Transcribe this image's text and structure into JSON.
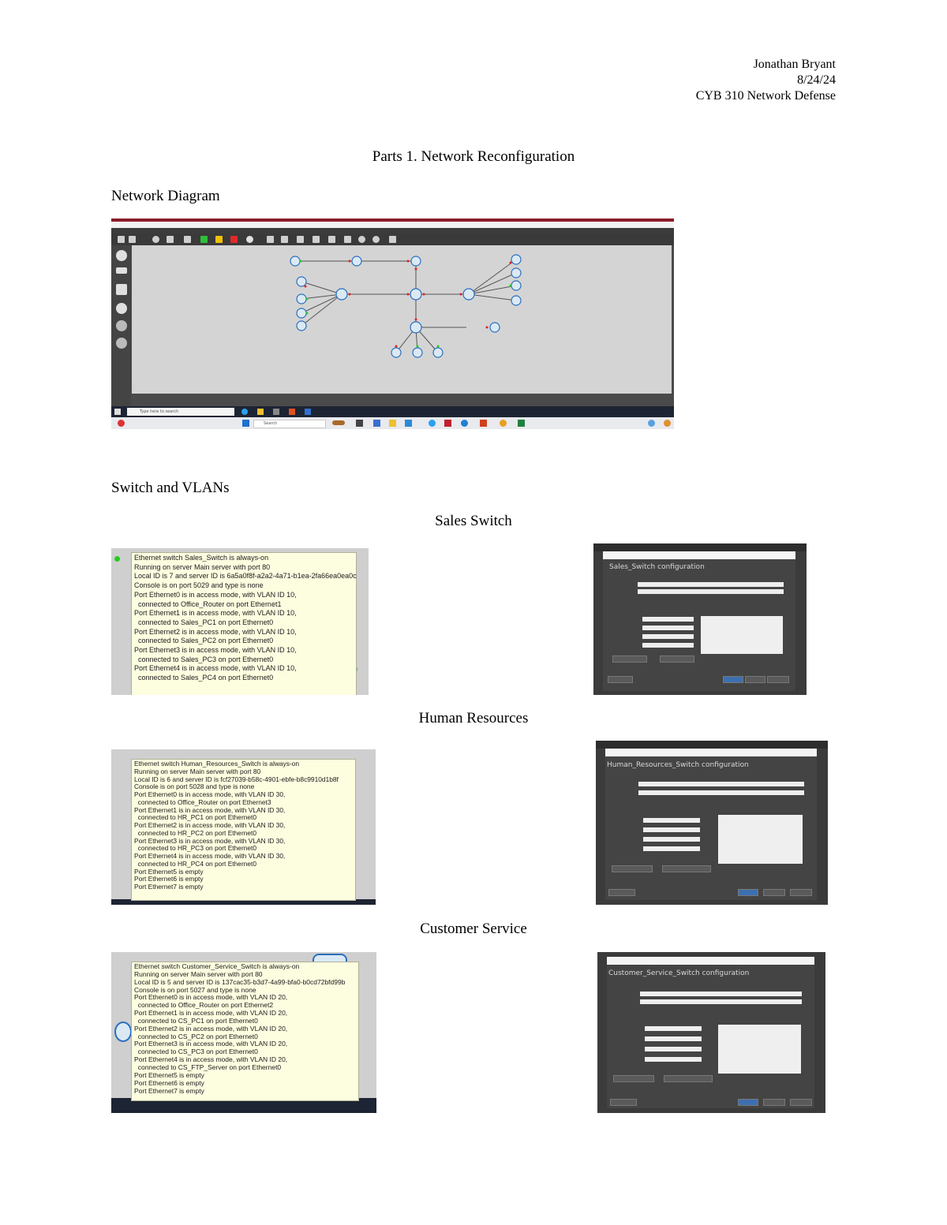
{
  "header": {
    "name": "Jonathan Bryant",
    "date": "8/24/24",
    "course": "CYB 310 Network Defense"
  },
  "title": "Parts 1. Network Reconfiguration",
  "sections": {
    "network_diagram": "Network Diagram",
    "switch_vlans": "Switch and VLANs"
  },
  "subsections": {
    "sales": "Sales Switch",
    "hr": "Human Resources",
    "cs": "Customer Service"
  },
  "gns3": {
    "search_placeholder": "Type here to search",
    "search_label": "Search"
  },
  "sales_tooltip": [
    "Ethernet switch Sales_Switch is always-on",
    "Running on server Main server with port 80",
    "Local ID is 7 and server ID is 6a5a0f8f-a2a2-4a71-b1ea-2fa66ea0ea0c",
    "Console is on port 5029 and type is none",
    "Port Ethernet0 is in access  mode, with VLAN ID 10,",
    "  connected to Office_Router on port Ethernet1",
    "Port Ethernet1 is in access  mode, with VLAN ID 10,",
    "  connected to Sales_PC1 on port Ethernet0",
    "Port Ethernet2 is in access  mode, with VLAN ID 10,",
    "  connected to Sales_PC2 on port Ethernet0",
    "Port Ethernet3 is in access  mode, with VLAN ID 10,",
    "  connected to Sales_PC3 on port Ethernet0",
    "Port Ethernet4 is in access  mode, with VLAN ID 10,",
    "  connected to Sales_PC4 on port Ethernet0"
  ],
  "hr_tooltip": [
    "Ethernet switch Human_Resources_Switch is always-on",
    "Running on server Main server with port 80",
    "Local ID is 6 and server ID is fcf27039-b58c-4901-ebfe-b8c9910d1b8f",
    "Console is on port 5028 and type is none",
    "Port Ethernet0 is in access  mode, with VLAN ID 30,",
    "  connected to Office_Router on port Ethernet3",
    "Port Ethernet1 is in access  mode, with VLAN ID 30,",
    "  connected to HR_PC1 on port Ethernet0",
    "Port Ethernet2 is in access  mode, with VLAN ID 30,",
    "  connected to HR_PC2 on port Ethernet0",
    "Port Ethernet3 is in access  mode, with VLAN ID 30,",
    "  connected to HR_PC3 on port Ethernet0",
    "Port Ethernet4 is in access  mode, with VLAN ID 30,",
    "  connected to HR_PC4 on port Ethernet0",
    "Port Ethernet5 is empty",
    "Port Ethernet6 is empty",
    "Port Ethernet7 is empty"
  ],
  "cs_tooltip": [
    "Ethernet switch Customer_Service_Switch is always-on",
    "Running on server Main server with port 80",
    "Local ID is 5 and server ID is 137cac35-b3d7-4a99-bfa0-b0cd72bfd99b",
    "Console is on port 5027 and type is none",
    "Port Ethernet0 is in access  mode, with VLAN ID 20,",
    "  connected to Office_Router on port Ethernet2",
    "Port Ethernet1 is in access  mode, with VLAN ID 20,",
    "  connected to CS_PC1 on port Ethernet0",
    "Port Ethernet2 is in access  mode, with VLAN ID 20,",
    "  connected to CS_PC2 on port Ethernet0",
    "Port Ethernet3 is in access  mode, with VLAN ID 20,",
    "  connected to CS_PC3 on port Ethernet0",
    "Port Ethernet4 is in access  mode, with VLAN ID 20,",
    "  connected to CS_FTP_Server on port Ethernet0",
    "Port Ethernet5 is empty",
    "Port Ethernet6 is empty",
    "Port Ethernet7 is empty"
  ],
  "dialogs": {
    "sales_title": "Sales_Switch configuration",
    "hr_title": "Human_Resources_Switch configuration",
    "cs_title": "Customer_Service_Switch configuration"
  }
}
